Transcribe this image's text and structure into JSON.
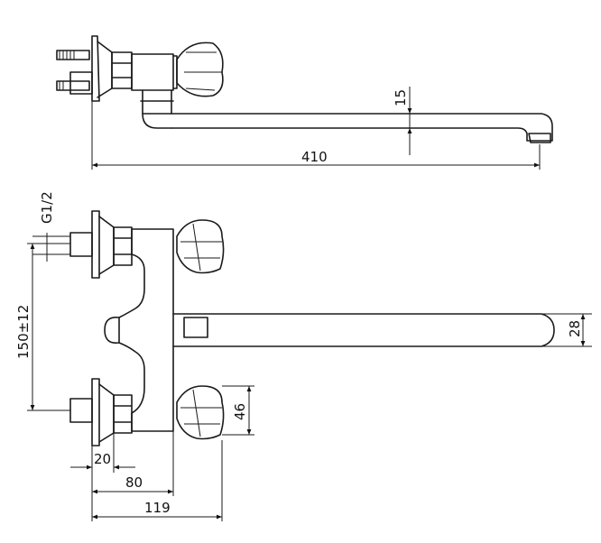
{
  "dimensions": {
    "spout_length": "410",
    "spout_height": "15",
    "thread": "G1/2",
    "inlet_spacing": "150±12",
    "spout_thickness": "28",
    "handle_height": "46",
    "offset_20": "20",
    "offset_80": "80",
    "offset_119": "119"
  }
}
